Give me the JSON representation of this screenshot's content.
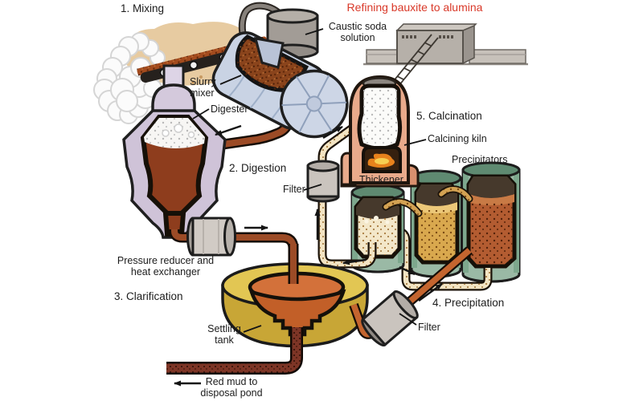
{
  "title": {
    "text": "Refining bauxite to alumina",
    "color": "#d93828"
  },
  "steps": {
    "mixing": "1. Mixing",
    "digestion": "2. Digestion",
    "clarification": "3. Clarification",
    "precipitation": "4. Precipitation",
    "calcination": "5. Calcination"
  },
  "labels": {
    "caustic_soda": "Caustic soda solution",
    "slurry_mixer": "Slurry mixer",
    "digester": "Digester",
    "filter_top": "Filter",
    "calcining_kiln": "Calcining kiln",
    "precipitators": "Precipitators",
    "thickener": "Thickener",
    "pressure_reducer": "Pressure reducer and heat exchanger",
    "settling_tank": "Settling tank",
    "filter_bottom": "Filter",
    "red_mud": "Red mud to disposal pond"
  },
  "colors": {
    "title_red": "#d93828",
    "pipe_brown": "#9c4b26",
    "pipe_orange": "#c4652f",
    "pipe_cream": "#f3e4c3",
    "red_mud": "#7d3526",
    "tank_teal": "#9ab9a5",
    "settling_tank_yellow": "#e2c653",
    "kiln_salmon": "#e9aa8b",
    "digester_lavender": "#cfc3d8",
    "mixer_blue": "#c9d3e4",
    "metal_gray": "#d0cac4",
    "gold_liquor": "#d9a84e",
    "rust_liquor": "#b35c31"
  }
}
